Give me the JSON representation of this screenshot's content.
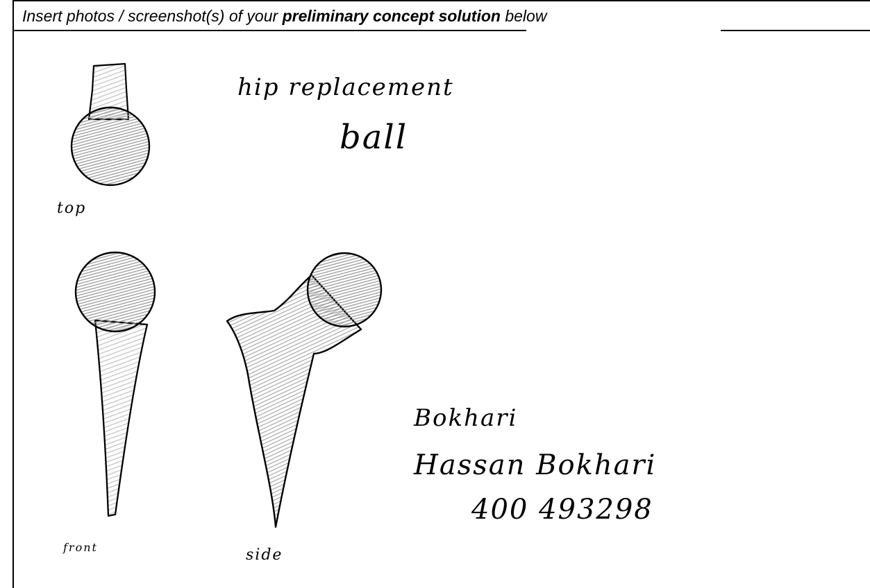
{
  "instruction": {
    "before": "Insert photos / screenshot(s) of your ",
    "emphasis": "preliminary concept solution",
    "after": " below"
  },
  "sketch_labels": {
    "title_line1": "hip replacement",
    "title_line2": "ball",
    "top_view": "top",
    "front_view": "front",
    "side_view": "side"
  },
  "signature": {
    "line1": "Bokhari",
    "line2": "Hassan Bokhari",
    "student_number": "400 493298"
  },
  "colors": {
    "ink": "#000000",
    "shading": "#a8a8a8",
    "shading_light": "#cfcfcf"
  }
}
